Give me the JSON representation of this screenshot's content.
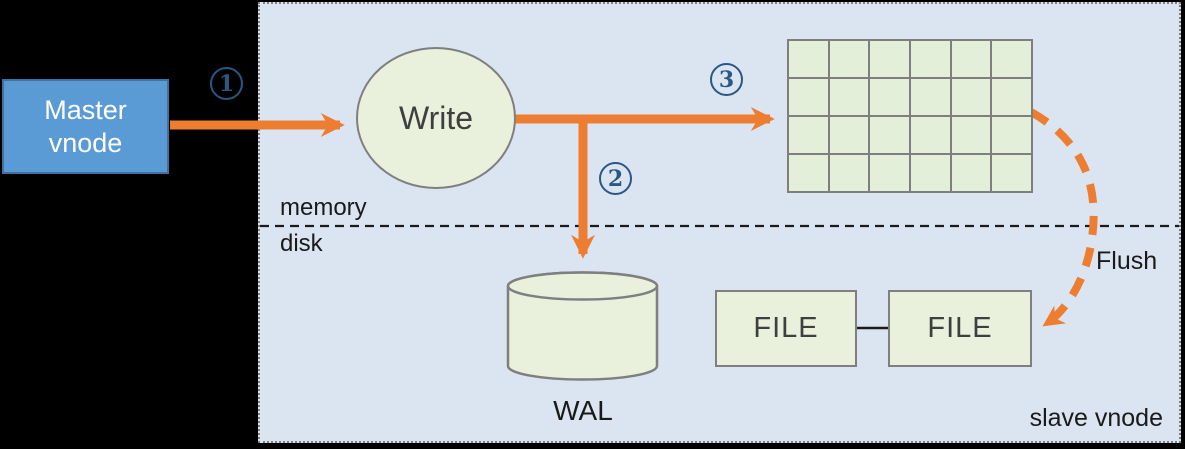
{
  "diagram": {
    "colors": {
      "orange": "#ED7D31",
      "panel-bg": "#dbe5f1",
      "green-fill": "#e9f0dc",
      "grid-cell": "#e3efd9",
      "master-fill": "#5b9bd5",
      "master-border": "#41719c",
      "step-blue": "#2a5783",
      "shape-border": "#7f7f7f",
      "text-dark": "#3f3f3f"
    },
    "master_node": {
      "label": "Master vnode"
    },
    "write_node": {
      "label": "Write"
    },
    "steps": [
      {
        "num": "1"
      },
      {
        "num": "2"
      },
      {
        "num": "3"
      }
    ],
    "memtable": {
      "rows": 4,
      "cols": 6
    },
    "files": [
      {
        "label": "FILE"
      },
      {
        "label": "FILE"
      }
    ],
    "labels": {
      "memory": "memory",
      "disk": "disk",
      "wal": "WAL",
      "flush": "Flush",
      "slave_vnode": "slave vnode"
    }
  }
}
